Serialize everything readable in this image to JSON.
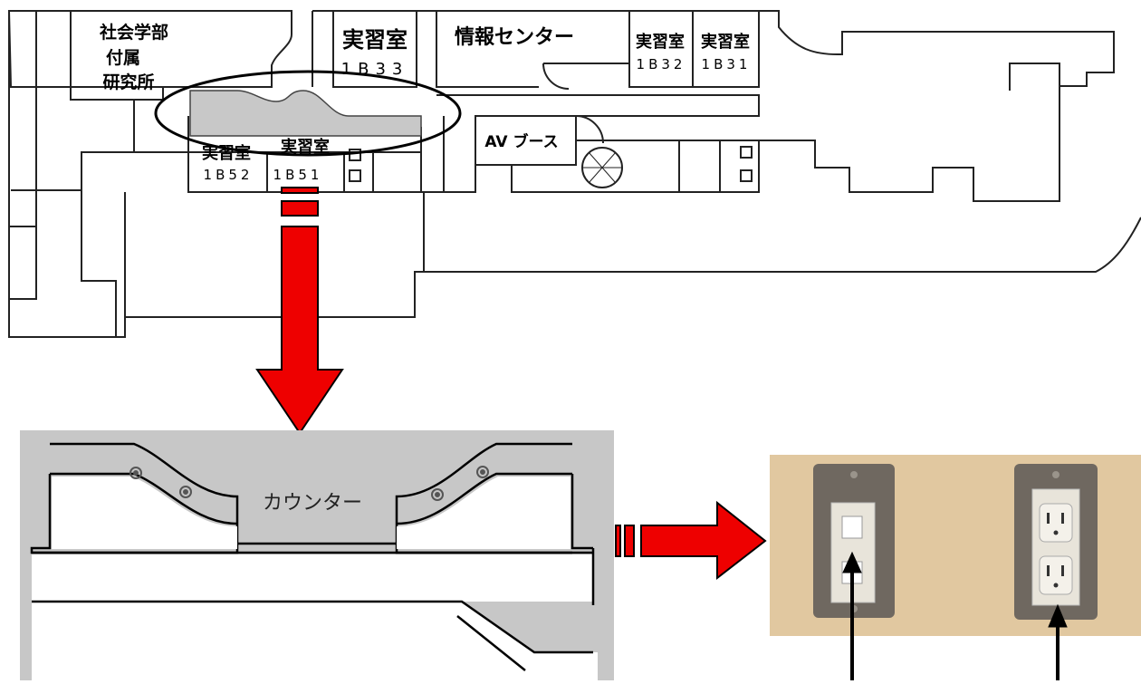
{
  "floor_plan": {
    "dept_annex": [
      "社会学部",
      "付属",
      "研究所"
    ],
    "info_center": "情報センター",
    "av_booth": "AV ブース",
    "rooms": [
      {
        "name": "実習室",
        "number": "1B33"
      },
      {
        "name": "実習室",
        "number": "1B32"
      },
      {
        "name": "実習室",
        "number": "1B31"
      },
      {
        "name": "実習室",
        "number": "1B52"
      },
      {
        "name": "実習室",
        "number": "1B51"
      }
    ]
  },
  "detail": {
    "counter_label": "カウンター"
  },
  "colors": {
    "arrow": "#ee0000",
    "counter_highlight": "#c8c8c8",
    "detail_background": "#c7c7c7",
    "photo_wall": "#e6d0ac",
    "plate": "#6f6860"
  }
}
